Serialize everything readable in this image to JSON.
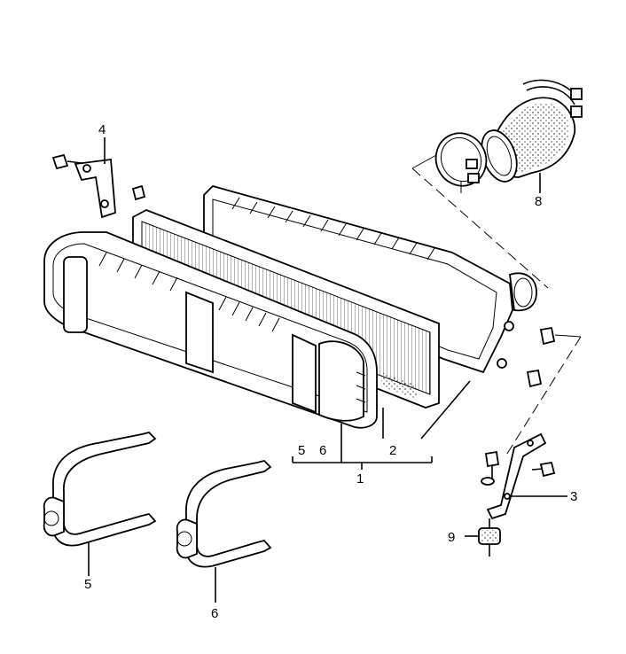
{
  "callouts": {
    "c1": "1",
    "c2": "2",
    "c3": "3",
    "c4": "4",
    "c5_top": "5",
    "c6_top": "6",
    "c5_bottom": "5",
    "c6_bottom": "6",
    "c8": "8",
    "c9": "9"
  }
}
